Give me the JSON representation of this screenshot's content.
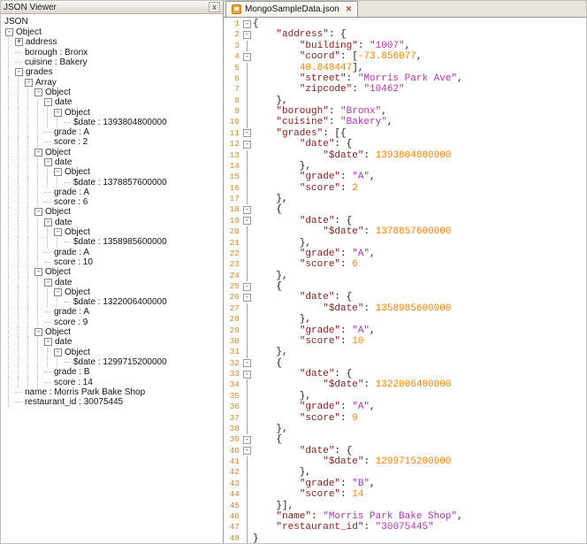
{
  "json_viewer": {
    "title": "JSON Viewer",
    "root_label": "JSON",
    "tree": [
      {
        "label": "Object",
        "type": "expanded",
        "depth": 0
      },
      {
        "label": "address",
        "type": "collapsed",
        "depth": 1
      },
      {
        "label": "borough : Bronx",
        "type": "leaf",
        "depth": 1
      },
      {
        "label": "cuisine : Bakery",
        "type": "leaf",
        "depth": 1
      },
      {
        "label": "grades",
        "type": "expanded",
        "depth": 1
      },
      {
        "label": "Array",
        "type": "expanded",
        "depth": 2
      },
      {
        "label": "Object",
        "type": "expanded",
        "depth": 3
      },
      {
        "label": "date",
        "type": "expanded",
        "depth": 4
      },
      {
        "label": "Object",
        "type": "expanded",
        "depth": 5
      },
      {
        "label": "$date : 1393804800000",
        "type": "leaf",
        "depth": 6
      },
      {
        "label": "grade : A",
        "type": "leaf",
        "depth": 4
      },
      {
        "label": "score : 2",
        "type": "leaf",
        "depth": 4
      },
      {
        "label": "Object",
        "type": "expanded",
        "depth": 3
      },
      {
        "label": "date",
        "type": "expanded",
        "depth": 4
      },
      {
        "label": "Object",
        "type": "expanded",
        "depth": 5
      },
      {
        "label": "$date : 1378857600000",
        "type": "leaf",
        "depth": 6
      },
      {
        "label": "grade : A",
        "type": "leaf",
        "depth": 4
      },
      {
        "label": "score : 6",
        "type": "leaf",
        "depth": 4
      },
      {
        "label": "Object",
        "type": "expanded",
        "depth": 3
      },
      {
        "label": "date",
        "type": "expanded",
        "depth": 4
      },
      {
        "label": "Object",
        "type": "expanded",
        "depth": 5
      },
      {
        "label": "$date : 1358985600000",
        "type": "leaf",
        "depth": 6
      },
      {
        "label": "grade : A",
        "type": "leaf",
        "depth": 4
      },
      {
        "label": "score : 10",
        "type": "leaf",
        "depth": 4
      },
      {
        "label": "Object",
        "type": "expanded",
        "depth": 3
      },
      {
        "label": "date",
        "type": "expanded",
        "depth": 4
      },
      {
        "label": "Object",
        "type": "expanded",
        "depth": 5
      },
      {
        "label": "$date : 1322006400000",
        "type": "leaf",
        "depth": 6
      },
      {
        "label": "grade : A",
        "type": "leaf",
        "depth": 4
      },
      {
        "label": "score : 9",
        "type": "leaf",
        "depth": 4
      },
      {
        "label": "Object",
        "type": "expanded",
        "depth": 3
      },
      {
        "label": "date",
        "type": "expanded",
        "depth": 4
      },
      {
        "label": "Object",
        "type": "expanded",
        "depth": 5
      },
      {
        "label": "$date : 1299715200000",
        "type": "leaf",
        "depth": 6
      },
      {
        "label": "grade : B",
        "type": "leaf",
        "depth": 4
      },
      {
        "label": "score : 14",
        "type": "leaf",
        "depth": 4
      },
      {
        "label": "name : Morris Park Bake Shop",
        "type": "leaf",
        "depth": 1
      },
      {
        "label": "restaurant_id : 30075445",
        "type": "leaf",
        "depth": 1
      }
    ]
  },
  "editor": {
    "tab_label": "MongoSampleData.json",
    "lines": [
      "{",
      "    \"address\": {",
      "        \"building\": \"1007\",",
      "        \"coord\": [-73.856077,",
      "        40.848447],",
      "        \"street\": \"Morris Park Ave\",",
      "        \"zipcode\": \"10462\"",
      "    },",
      "    \"borough\": \"Bronx\",",
      "    \"cuisine\": \"Bakery\",",
      "    \"grades\": [{",
      "        \"date\": {",
      "            \"$date\": 1393804800000",
      "        },",
      "        \"grade\": \"A\",",
      "        \"score\": 2",
      "    },",
      "    {",
      "        \"date\": {",
      "            \"$date\": 1378857600000",
      "        },",
      "        \"grade\": \"A\",",
      "        \"score\": 6",
      "    },",
      "    {",
      "        \"date\": {",
      "            \"$date\": 1358985600000",
      "        },",
      "        \"grade\": \"A\",",
      "        \"score\": 10",
      "    },",
      "    {",
      "        \"date\": {",
      "            \"$date\": 1322006400000",
      "        },",
      "        \"grade\": \"A\",",
      "        \"score\": 9",
      "    },",
      "    {",
      "        \"date\": {",
      "            \"$date\": 1299715200000",
      "        },",
      "        \"grade\": \"B\",",
      "        \"score\": 14",
      "    }],",
      "    \"name\": \"Morris Park Bake Shop\",",
      "    \"restaurant_id\": \"30075445\"",
      "}"
    ]
  },
  "icons": {
    "panel_close": "x",
    "tab_close": "✕",
    "expanded_box": "-",
    "collapsed_box": "+",
    "fold_box": "-"
  },
  "colors": {
    "key": "#8b1a1a",
    "string": "#b233b2",
    "number": "#ff8000",
    "punctuation": "#1a1a1a",
    "line_number": "#d4882f",
    "tab_icon": "#e9a23b"
  }
}
